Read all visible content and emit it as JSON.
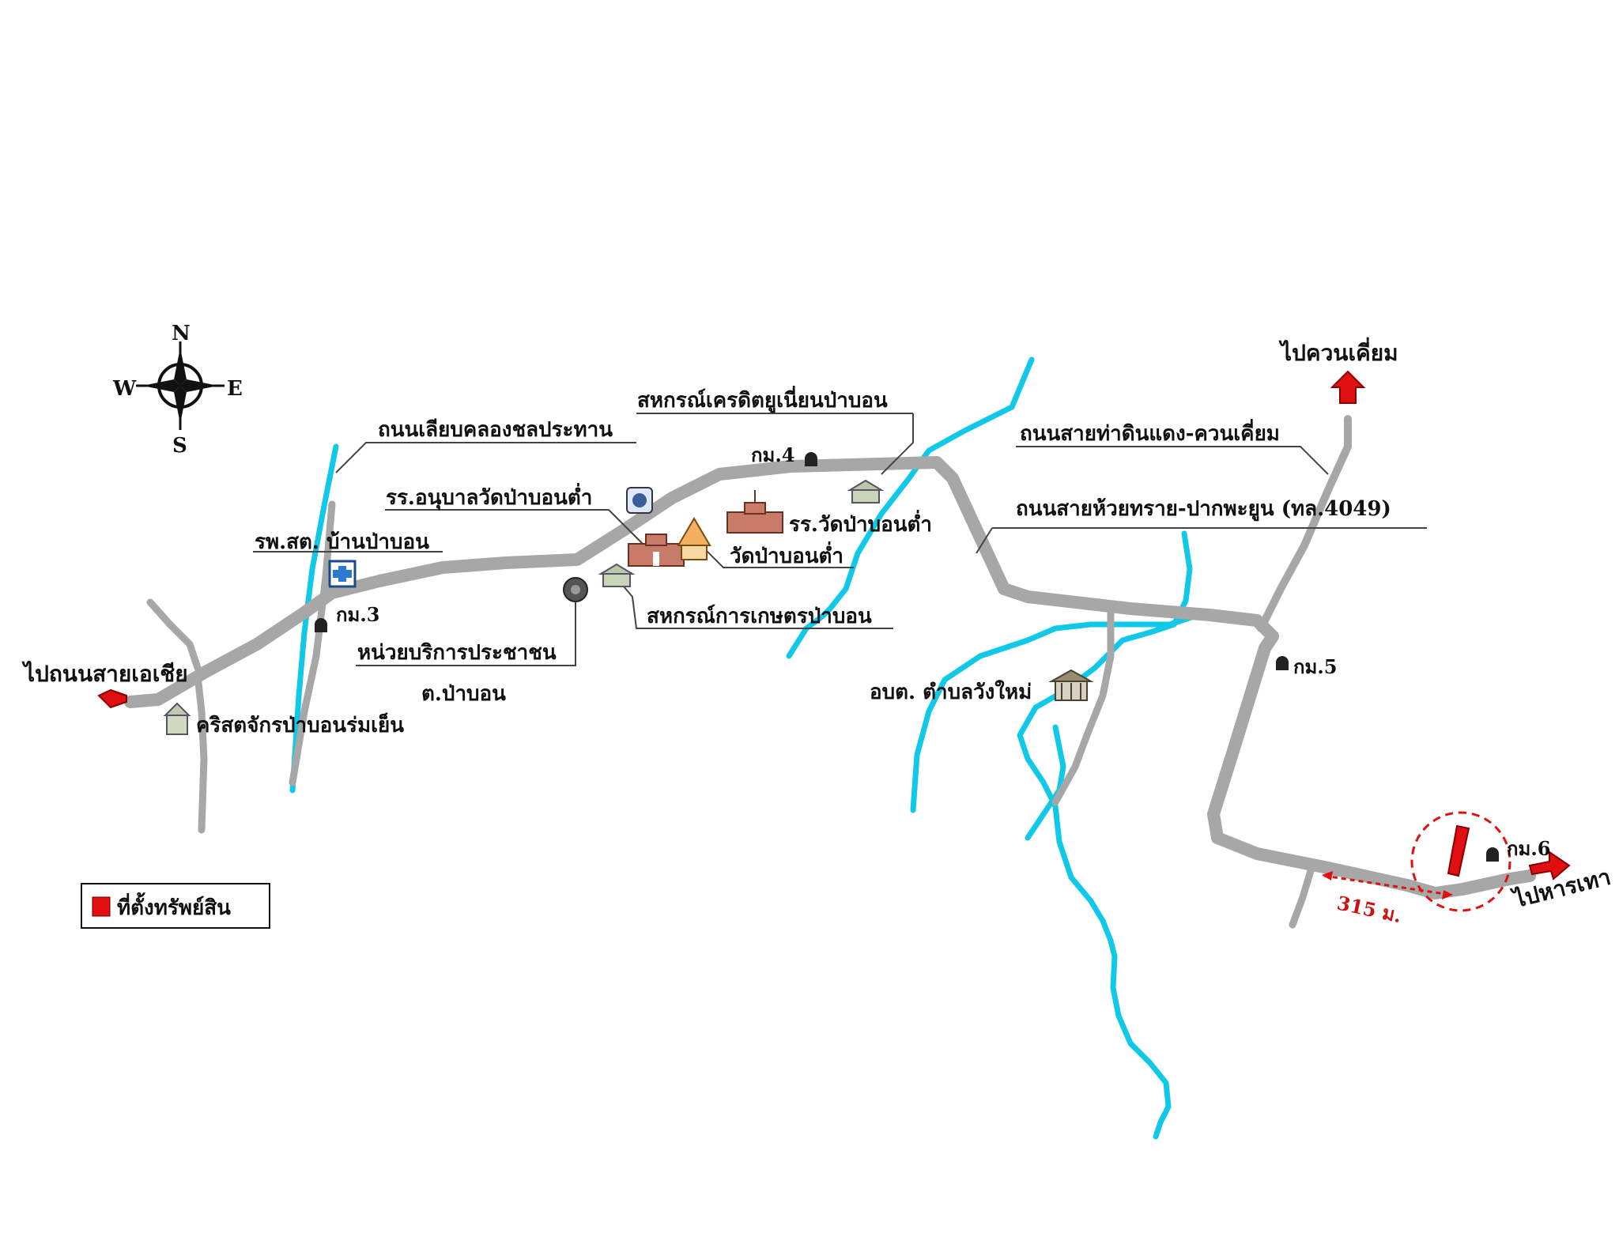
{
  "colors": {
    "road": "#a7a7a7",
    "water": "#10c8e8",
    "marker": "#e01010",
    "leader": "#444444"
  },
  "compass": {
    "n": "N",
    "s": "S",
    "e": "E",
    "w": "W"
  },
  "labels": {
    "road_canal": "ถนนเลียบคลองชลประทาน",
    "coop_credit": "สหกรณ์เครดิตยูเนี่ยนป่าบอน",
    "km4": "กม.4",
    "kindergarten": "รร.อนุบาลวัดป่าบอนต่ำ",
    "school": "รร.วัดป่าบอนต่ำ",
    "temple": "วัดป่าบอนต่ำ",
    "health_center": "รพ.สต. บ้านป่าบอน",
    "km3": "กม.3",
    "service_unit": "หน่วยบริการประชาชน",
    "service_unit_2": "ต.ป่าบอน",
    "coop_agri": "สหกรณ์การเกษตรป่าบอน",
    "to_asia": "ไปถนนสายเอเชีย",
    "church": "คริสตจักรป่าบอนร่มเย็น",
    "to_khuan_kian": "ไปควนเคี่ยม",
    "road_tha_din_daeng": "ถนนสายท่าดินแดง-ควนเคี่ยม",
    "road_4049": "ถนนสายห้วยทราย-ปากพะยูน (ทล.4049)",
    "km5": "กม.5",
    "sao": "อบต. ตำบลวังใหม่",
    "km6": "กม.6",
    "to_har_tao": "ไปหารเทา",
    "distance": "315 ม.",
    "legend_property": "ที่ตั้งทรัพย์สิน"
  },
  "icons": [
    "compass-rose-icon",
    "school-icon",
    "temple-icon",
    "kindergarten-icon",
    "hospital-icon",
    "cooperative-icon",
    "service-point-icon",
    "church-icon",
    "government-office-icon",
    "km-post-icon",
    "direction-arrow-icon"
  ]
}
